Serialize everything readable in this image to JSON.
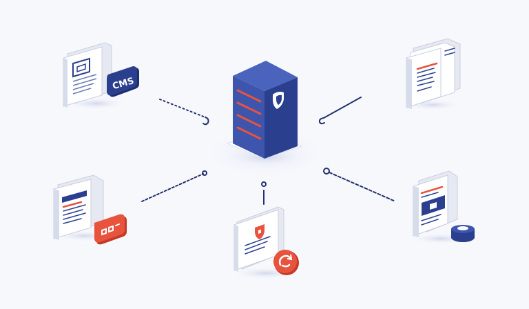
{
  "colors": {
    "background": "#f7f8fc",
    "navy": "#2b3f8f",
    "navy_light": "#3d55ad",
    "navy_dark": "#1e2d6b",
    "red": "#e8533d",
    "paper": "#ffffff",
    "paper_shade": "#e6e9f2",
    "line": "#22306e"
  },
  "hub": {
    "icon": "server-tower-with-shield-icon"
  },
  "nodes": [
    {
      "id": "top-left",
      "icon": "document-stack-icon",
      "badge_text": "CMS",
      "badge_color": "#2b3f8f"
    },
    {
      "id": "top-right",
      "icon": "document-stack-icon"
    },
    {
      "id": "bottom-left",
      "icon": "document-window-icon",
      "badge_icon": "red-tag-icon"
    },
    {
      "id": "bottom-center",
      "icon": "document-shield-icon",
      "badge_icon": "red-refresh-icon"
    },
    {
      "id": "bottom-right",
      "icon": "document-window-icon",
      "badge_icon": "navy-cup-icon"
    }
  ]
}
